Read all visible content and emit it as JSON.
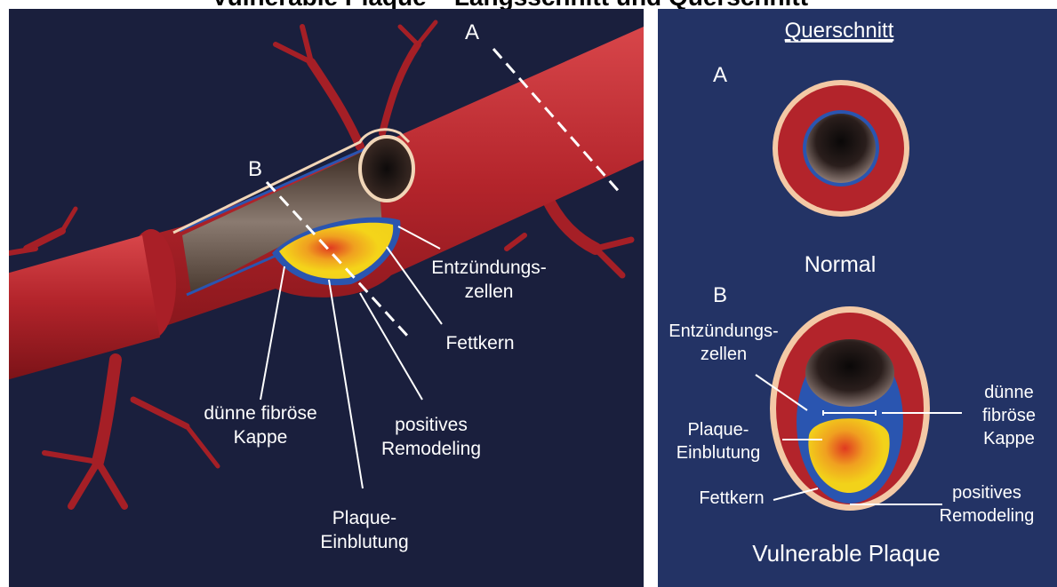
{
  "title_fragment": "Vulnerable Plaque – Längsschnitt und Querschnitt",
  "left": {
    "marker_a": "A",
    "marker_b": "B",
    "label_inflammatory_1": "Entzündungs-",
    "label_inflammatory_2": "zellen",
    "label_lipid_core": "Fettkern",
    "label_thin_cap_1": "dünne fibröse",
    "label_thin_cap_2": "Kappe",
    "label_remodeling_1": "positives",
    "label_remodeling_2": "Remodeling",
    "label_hemorrhage_1": "Plaque-",
    "label_hemorrhage_2": "Einblutung"
  },
  "right": {
    "heading": "Querschnitt",
    "marker_a": "A",
    "normal_label": "Normal",
    "marker_b": "B",
    "label_inflammatory_1": "Entzündungs-",
    "label_inflammatory_2": "zellen",
    "label_thin_cap_1": "dünne",
    "label_thin_cap_2": "fibröse",
    "label_thin_cap_3": "Kappe",
    "label_hemorrhage_1": "Plaque-",
    "label_hemorrhage_2": "Einblutung",
    "label_lipid_core": "Fettkern",
    "label_remodeling_1": "positives",
    "label_remodeling_2": "Remodeling",
    "vulnerable_label": "Vulnerable Plaque"
  },
  "colors": {
    "left_background": "#1a1f3d",
    "right_background": "#233365",
    "vessel_wall": "#b3242b",
    "lipid_core": "#f2d21a",
    "intima_line": "#2a55b0"
  }
}
